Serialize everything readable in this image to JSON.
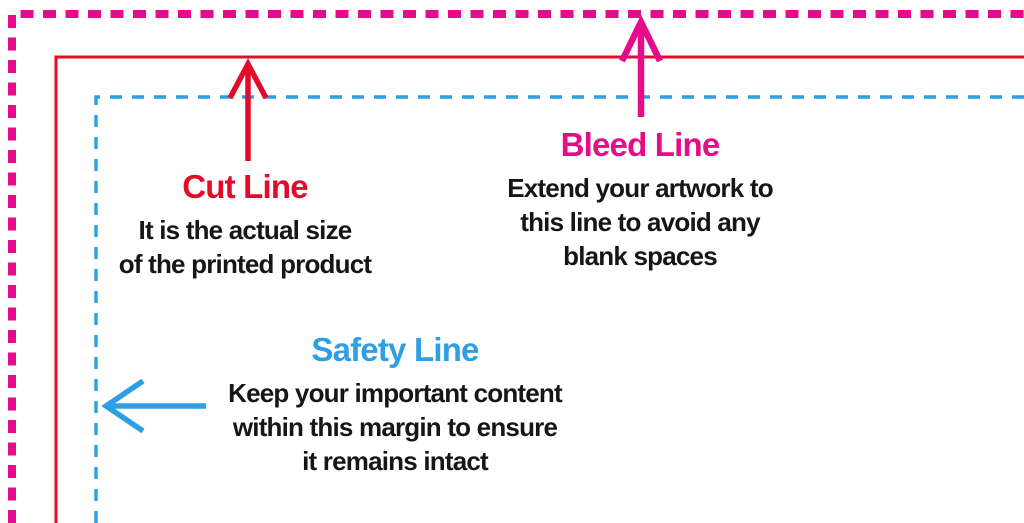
{
  "diagram": {
    "cut": {
      "title": "Cut Line",
      "desc": [
        "It is the actual size",
        "of the printed product"
      ]
    },
    "bleed": {
      "title": "Bleed Line",
      "desc": [
        "Extend your artwork to",
        "this line to avoid any",
        "blank spaces"
      ]
    },
    "safety": {
      "title": "Safety Line",
      "desc": [
        "Keep your important content",
        "within this margin to ensure",
        "it remains intact"
      ]
    }
  },
  "colors": {
    "bleed": "#E60B8A",
    "cut": "#E30B2A",
    "safety": "#2E9FE3",
    "body_text": "#161616",
    "background": "#FFFFFF"
  }
}
